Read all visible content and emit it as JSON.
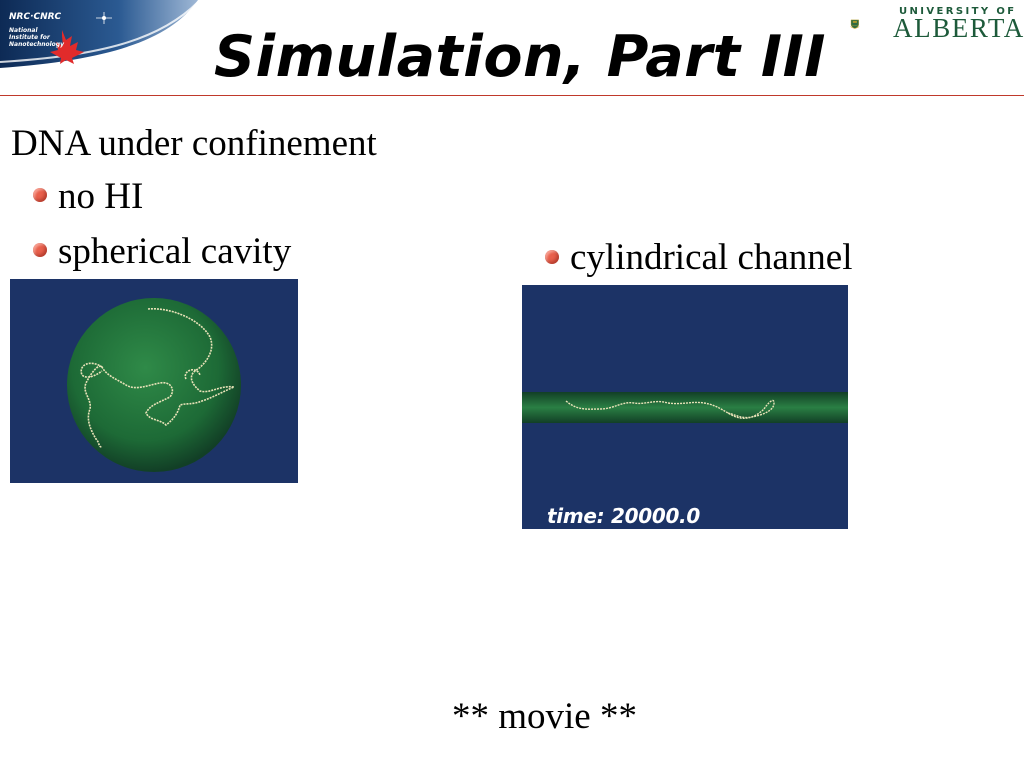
{
  "header": {
    "title": "Simulation, Part III",
    "nrc_logo": {
      "line1": "NRC·CNRC",
      "line2": "National",
      "line3": "Institute for",
      "line4": "Nanotechnology"
    },
    "ua_logo": {
      "top": "UNIVERSITY OF",
      "name": "ALBERTA"
    }
  },
  "content": {
    "heading": "DNA under confinement",
    "bullets": [
      "no HI",
      "spherical cavity"
    ],
    "right_bullet": "cylindrical channel",
    "movie": "** movie **"
  },
  "images": {
    "channel_time": "time: 20000.0"
  },
  "colors": {
    "accent_rule": "#c0392b",
    "bullet": "#e8604c",
    "sim_background": "#1c3366",
    "cavity_green": "#1f6b3a"
  }
}
